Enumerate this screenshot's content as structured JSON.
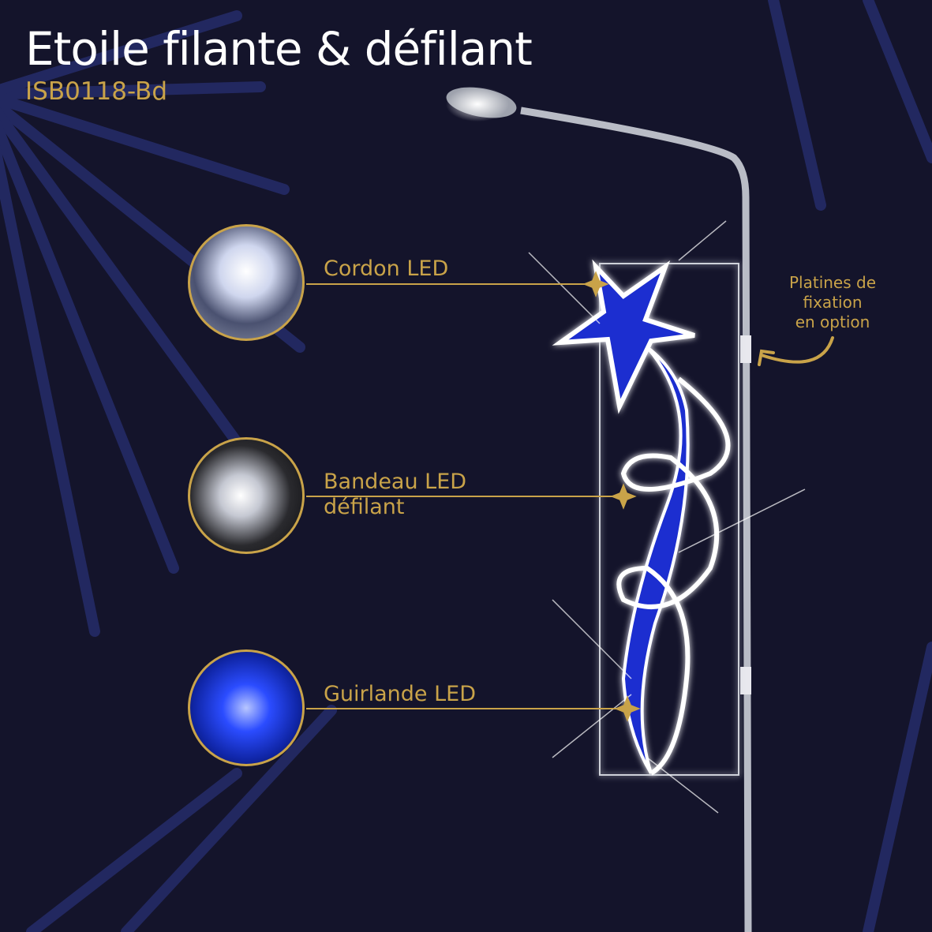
{
  "header": {
    "title": "Etoile filante & défilant",
    "sku": "ISB0118-Bd"
  },
  "features": [
    {
      "label": "Cordon LED",
      "icon": "led-rope-reel"
    },
    {
      "label_line1": "Bandeau LED",
      "label_line2": "défilant",
      "icon": "led-strip"
    },
    {
      "label": "Guirlande LED",
      "icon": "led-garland"
    }
  ],
  "note": {
    "line1": "Platines de",
    "line2": "fixation",
    "line3": "en option"
  },
  "colors": {
    "background": "#14142b",
    "gold": "#c9a349",
    "led_blue": "#1e2fd0",
    "white": "#ffffff"
  }
}
